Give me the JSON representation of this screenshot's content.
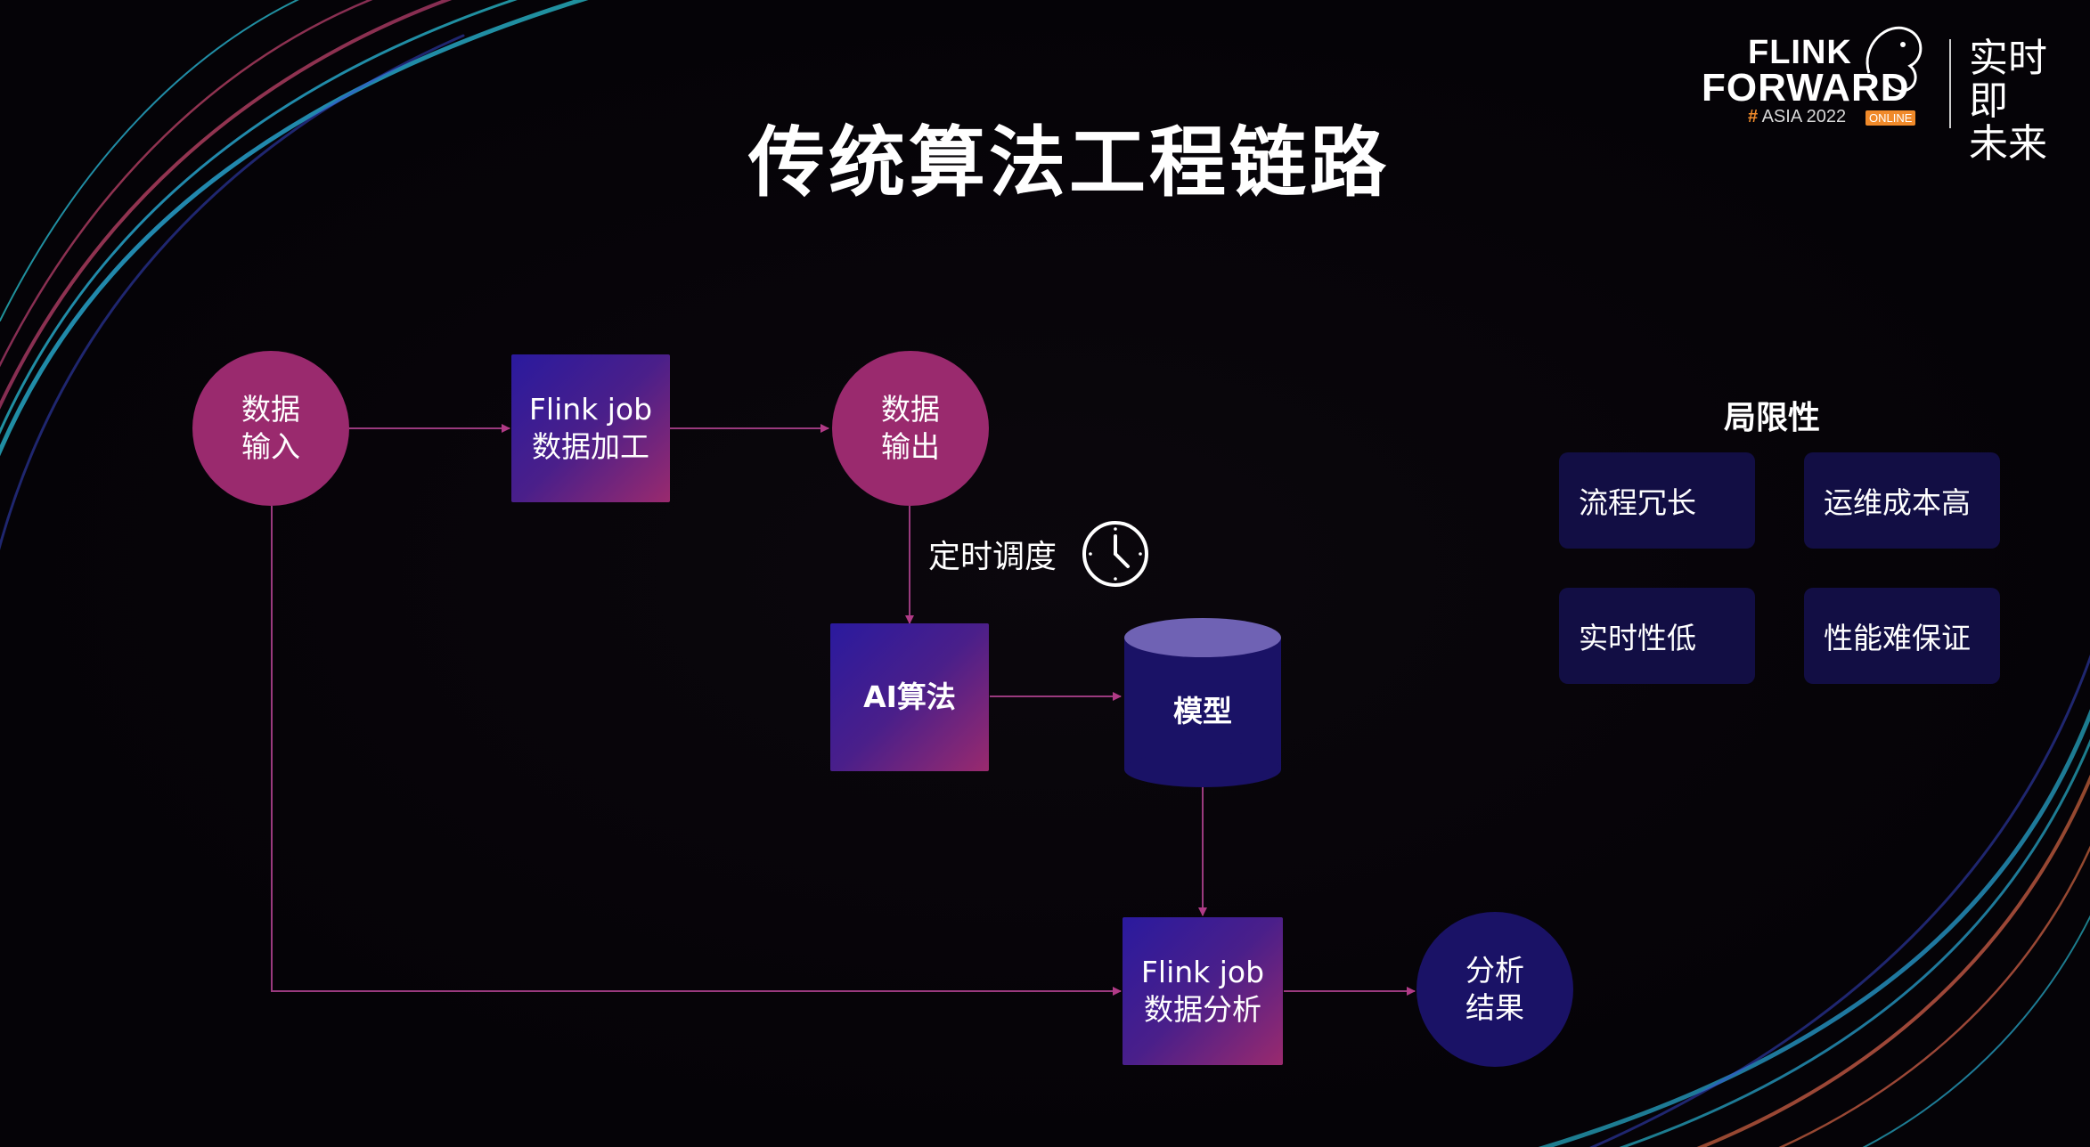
{
  "title": "传统算法工程链路",
  "logo": {
    "flink": "FLINK",
    "forward": "FORWARD",
    "hash": "#",
    "asia": "ASIA 2022",
    "online": "ONLINE",
    "slogan": "实时即未来",
    "slogan_line1": "实时即",
    "slogan_line2": "未来"
  },
  "nodes": {
    "data_input": {
      "line1": "数据",
      "line2": "输入"
    },
    "flink_process": {
      "line1": "Flink job",
      "line2": "数据加工"
    },
    "data_output": {
      "line1": "数据",
      "line2": "输出"
    },
    "ai_algorithm": {
      "label": "AI算法"
    },
    "model": {
      "label": "模型"
    },
    "flink_analysis": {
      "line1": "Flink job",
      "line2": "数据分析"
    },
    "result": {
      "line1": "分析",
      "line2": "结果"
    }
  },
  "schedule": {
    "label": "定时调度",
    "icon": "clock-icon"
  },
  "limitations": {
    "title": "局限性",
    "items": [
      "流程冗长",
      "运维成本高",
      "实时性低",
      "性能难保证"
    ]
  },
  "colors": {
    "pink_node": "#9a2a6e",
    "navy_node": "#1a1266",
    "arrow": "#b03a86",
    "card": "#120e44",
    "accent_orange": "#f08a2a"
  }
}
